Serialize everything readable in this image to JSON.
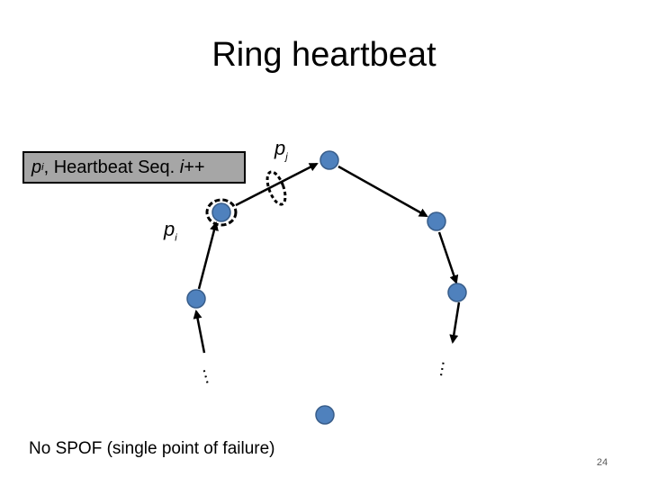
{
  "slide": {
    "title": "Ring heartbeat",
    "message": {
      "sender": "p",
      "sender_sub": "i",
      "text": ", Heartbeat Seq. ",
      "seq_var": "i",
      "suffix": "++"
    },
    "label_pj": {
      "name": "p",
      "sub": "j"
    },
    "label_pi": {
      "name": "p",
      "sub": "i"
    },
    "ellipsis": "…",
    "footer": "No SPOF (single point of failure)",
    "page_number": "24"
  },
  "colors": {
    "node_fill": "#4f81bd",
    "node_stroke": "#385d8a",
    "message_box": "#a6a6a6",
    "edge": "#000000"
  }
}
